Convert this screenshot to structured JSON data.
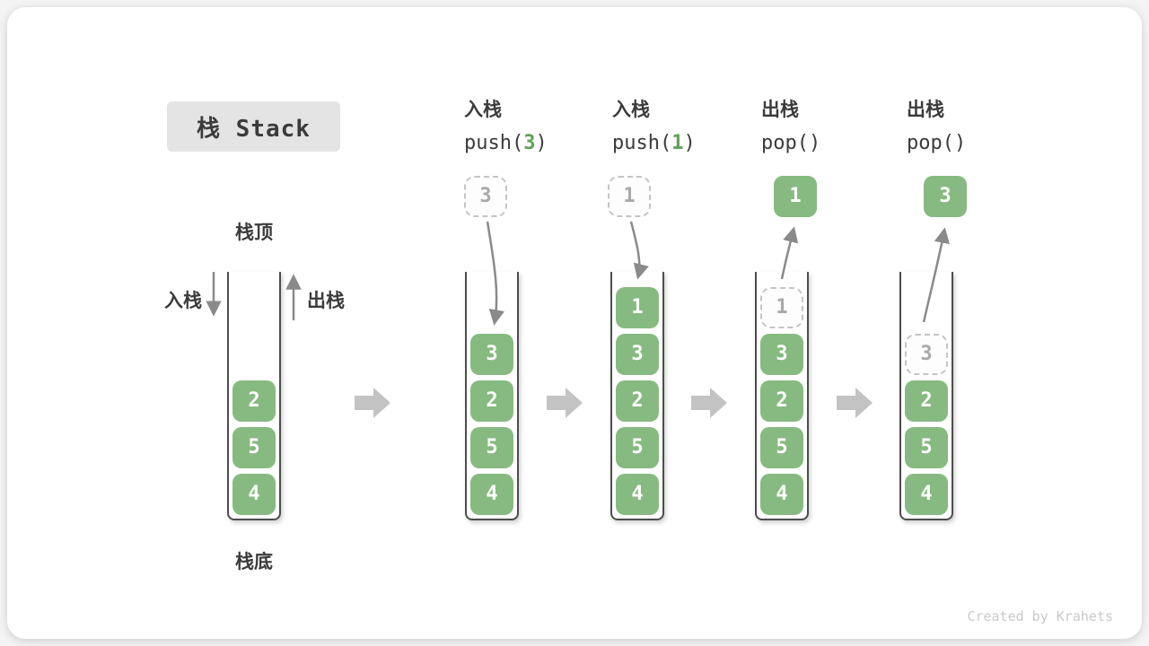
{
  "page": {
    "title": "栈 Stack",
    "credit": "Created by Krahets"
  },
  "colors": {
    "box_green": "#87ba81",
    "code_arg_green": "#5fa255",
    "flow_arrow_gray": "#8a8a8a",
    "block_arrow_gray": "#c3c3c3",
    "text_dark": "#3b3b3b",
    "ghost_gray": "#a9a9a9",
    "title_bg": "#e4e4e4"
  },
  "icons": {
    "push_arrow": "curved-down-arrow",
    "pop_arrow": "curved-up-arrow",
    "enter_arrow": "straight-down-arrow",
    "exit_arrow": "straight-up-arrow",
    "transition_arrow": "right-block-arrow"
  },
  "stack_labels": {
    "top": "栈顶",
    "bottom": "栈底",
    "enter": "入栈",
    "exit": "出栈"
  },
  "stages": [
    {
      "name": "initial",
      "cells": [
        {
          "value": "2",
          "style": "solid",
          "slot": 2
        },
        {
          "value": "5",
          "style": "solid",
          "slot": 1
        },
        {
          "value": "4",
          "style": "solid",
          "slot": 0
        }
      ]
    },
    {
      "name": "push-3",
      "header": {
        "line1": "入栈",
        "code_pre": "push(",
        "code_arg": "3",
        "code_post": ")"
      },
      "floating": {
        "value": "3",
        "style": "dashed"
      },
      "cells": [
        {
          "value": "3",
          "style": "solid",
          "slot": 3
        },
        {
          "value": "2",
          "style": "solid",
          "slot": 2
        },
        {
          "value": "5",
          "style": "solid",
          "slot": 1
        },
        {
          "value": "4",
          "style": "solid",
          "slot": 0
        }
      ]
    },
    {
      "name": "push-1",
      "header": {
        "line1": "入栈",
        "code_pre": "push(",
        "code_arg": "1",
        "code_post": ")"
      },
      "floating": {
        "value": "1",
        "style": "dashed"
      },
      "cells": [
        {
          "value": "1",
          "style": "solid",
          "slot": 4
        },
        {
          "value": "3",
          "style": "solid",
          "slot": 3
        },
        {
          "value": "2",
          "style": "solid",
          "slot": 2
        },
        {
          "value": "5",
          "style": "solid",
          "slot": 1
        },
        {
          "value": "4",
          "style": "solid",
          "slot": 0
        }
      ]
    },
    {
      "name": "pop-1",
      "header": {
        "line1": "出栈",
        "code_pre": "pop()",
        "code_arg": "",
        "code_post": ""
      },
      "floating": {
        "value": "1",
        "style": "solid"
      },
      "cells": [
        {
          "value": "1",
          "style": "dashed",
          "slot": 4
        },
        {
          "value": "3",
          "style": "solid",
          "slot": 3
        },
        {
          "value": "2",
          "style": "solid",
          "slot": 2
        },
        {
          "value": "5",
          "style": "solid",
          "slot": 1
        },
        {
          "value": "4",
          "style": "solid",
          "slot": 0
        }
      ]
    },
    {
      "name": "pop-3",
      "header": {
        "line1": "出栈",
        "code_pre": "pop()",
        "code_arg": "",
        "code_post": ""
      },
      "floating": {
        "value": "3",
        "style": "solid"
      },
      "cells": [
        {
          "value": "3",
          "style": "dashed",
          "slot": 3
        },
        {
          "value": "2",
          "style": "solid",
          "slot": 2
        },
        {
          "value": "5",
          "style": "solid",
          "slot": 1
        },
        {
          "value": "4",
          "style": "solid",
          "slot": 0
        }
      ]
    }
  ]
}
